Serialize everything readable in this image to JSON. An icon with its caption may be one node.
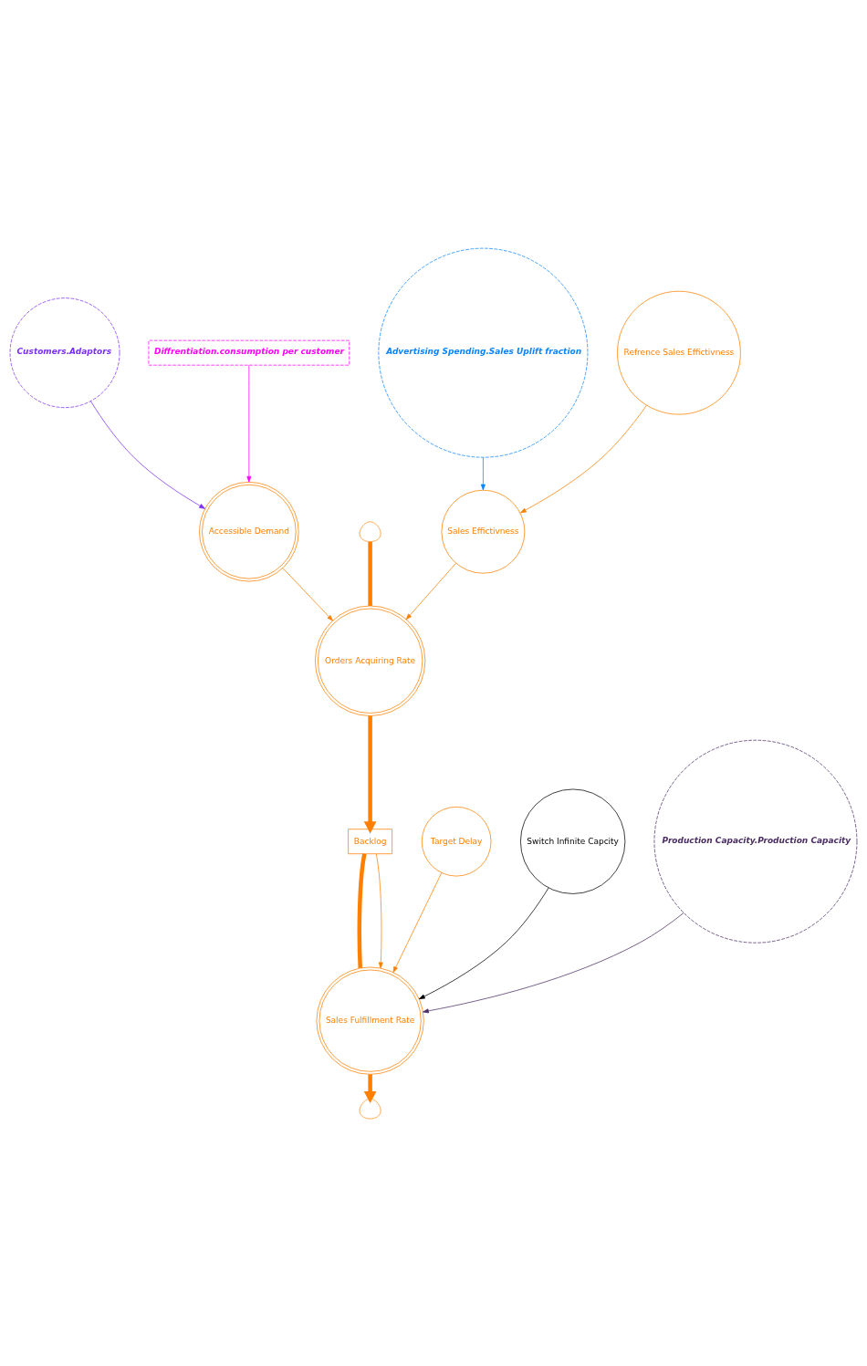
{
  "diagram": {
    "nodes": [
      {
        "text": [
          "Customers.Adaptors"
        ]
      },
      {
        "text": [
          "Diffrentiation.consumption per customer"
        ]
      },
      {
        "text": [
          "Accessible Demand"
        ]
      },
      {
        "text": [],
        "shape": "cloud"
      },
      {
        "text": [
          "Advertising Spending.Sales Uplift fraction"
        ]
      },
      {
        "text": [
          "Orders Acquiring Rate"
        ]
      },
      {
        "text": [
          "Sales Effictivness"
        ]
      },
      {
        "text": [
          "Refrence Sales Effictivness"
        ]
      },
      {
        "text": [
          "Backlog"
        ]
      },
      {
        "text": [
          "Target Delay"
        ]
      },
      {
        "text": [
          "Switch Infinite Capcity"
        ]
      },
      {
        "text": [
          "Sales Fulfillment Rate"
        ]
      },
      {
        "text": [
          "Production Capacity.Production Capacity"
        ]
      },
      {
        "text": [],
        "shape": "cloud"
      }
    ],
    "edges": [
      {
        "from": 0,
        "to": 2,
        "arrow": "to",
        "color": "#7b2ff7"
      },
      {
        "from": 1,
        "to": 2,
        "arrow": "to",
        "color": "#ff00ff"
      },
      {
        "from": 2,
        "to": 5,
        "arrow": "to"
      },
      {
        "from": 3,
        "to": 5,
        "arrow": "none",
        "style": "thick"
      },
      {
        "from": 5,
        "to": 8,
        "arrow": "to",
        "style": "thick"
      },
      {
        "from": 4,
        "to": 6,
        "arrow": "to",
        "color": "#0a84ff"
      },
      {
        "from": 6,
        "to": 5,
        "arrow": "to"
      },
      {
        "from": 7,
        "to": 6,
        "arrow": "to"
      },
      {
        "from": 8,
        "to": 11,
        "arrow": "none",
        "style": "thick"
      },
      {
        "from": 11,
        "to": 13,
        "arrow": "to",
        "style": "thick"
      },
      {
        "from": 8,
        "to": 11,
        "arrow": "to"
      },
      {
        "from": 9,
        "to": 11,
        "arrow": "to"
      },
      {
        "from": 10,
        "to": 11,
        "arrow": "to",
        "color": "#000000"
      },
      {
        "from": 12,
        "to": 11,
        "arrow": "to",
        "color": "#4a2d63"
      }
    ]
  }
}
